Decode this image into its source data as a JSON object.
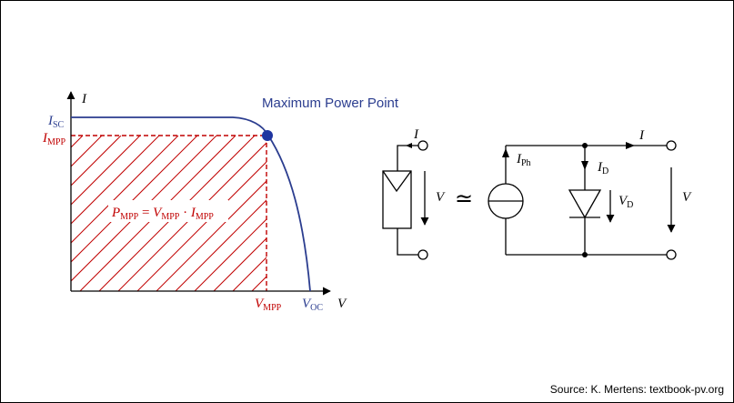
{
  "colors": {
    "curve": "#2b3d8f",
    "mpp": "#c00000",
    "axis": "#000000",
    "point": "#1f35a0"
  },
  "iv_plot": {
    "y_axis_label": "I",
    "x_axis_label": "V",
    "isc": {
      "main": "I",
      "sub": "SC"
    },
    "impp": {
      "main": "I",
      "sub": "MPP"
    },
    "vmpp": {
      "main": "V",
      "sub": "MPP"
    },
    "voc": {
      "main": "V",
      "sub": "OC"
    },
    "mpp_label": "Maximum Power Point",
    "formula": {
      "p": "P",
      "p_sub": "MPP",
      "eq": " = ",
      "v": "V",
      "v_sub": "MPP",
      "dot": " · ",
      "i": "I",
      "i_sub": "MPP"
    }
  },
  "circuit": {
    "module_current": "I",
    "module_voltage": "V",
    "equiv_symbol": "≃",
    "iph": {
      "main": "I",
      "sub": "Ph"
    },
    "id": {
      "main": "I",
      "sub": "D"
    },
    "vd": {
      "main": "V",
      "sub": "D"
    },
    "out_current": "I",
    "out_voltage": "V"
  },
  "source": "Source: K. Mertens: textbook-pv.org"
}
